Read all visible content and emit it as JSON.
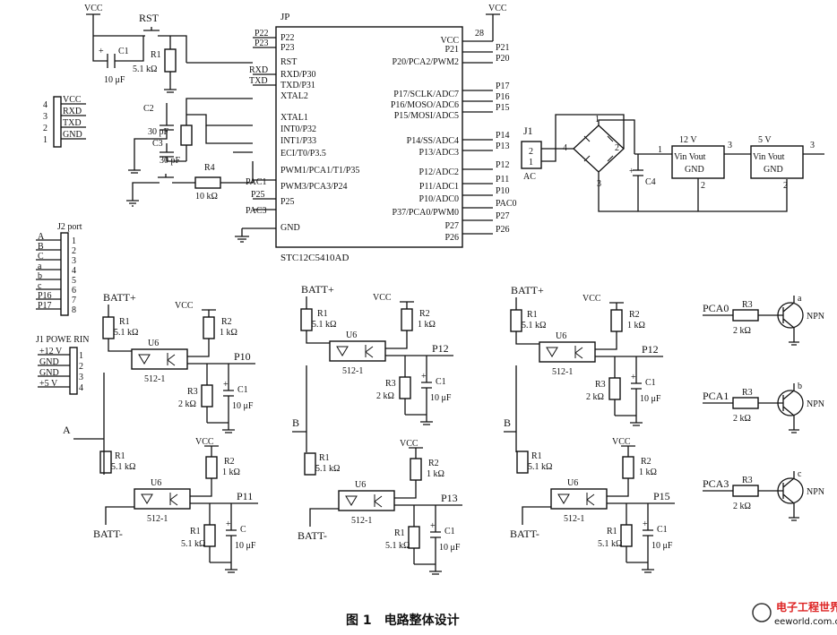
{
  "mcu": {
    "ref": "JP",
    "part": "STC12C5410AD",
    "pin28": "28",
    "left_pins": [
      "P22",
      "P23",
      "RST",
      "RXD/P30",
      "TXD/P31",
      "XTAL2",
      "XTAL1",
      "INT0/P32",
      "INT1/P33",
      "ECI/T0/P3.5",
      "PWM1/PCA1/T1/P35",
      "PWM3/PCA3/P24",
      "P25",
      "GND"
    ],
    "right_pins": [
      "VCC",
      "P21",
      "P20/PCA2/PWM2",
      "P17/SCLK/ADC7",
      "P16/MOSO/ADC6",
      "P15/MOSI/ADC5",
      "P14/SS/ADC4",
      "P13/ADC3",
      "P12/ADC2",
      "P11/ADC1",
      "P10/ADC0",
      "P37/PCA0/PWM0",
      "P27",
      "P26"
    ],
    "left_nets": [
      "P22",
      "P23",
      "RXD",
      "TXD",
      "PAC1",
      "P25",
      "PAC3"
    ],
    "right_nets": [
      "P21",
      "P20",
      "P17",
      "P16",
      "P15",
      "P14",
      "P13",
      "P12",
      "P11",
      "P10",
      "PAC0",
      "P27",
      "P26"
    ]
  },
  "reset": {
    "label": "RST",
    "cap_ref": "C1",
    "cap_val": "10 μF",
    "res_ref": "R1",
    "res_val": "5.1 kΩ"
  },
  "crystal": {
    "cap1_ref": "C2",
    "cap1_val": "30 pF",
    "cap2_ref": "C3",
    "cap2_val": "30 pF"
  },
  "key": {
    "res_ref": "R4",
    "res_val": "10 kΩ"
  },
  "vcc_label": "VCC",
  "serial_header": {
    "pins": [
      "4",
      "3",
      "2",
      "1"
    ],
    "nets": [
      "VCC",
      "RXD",
      "TXD",
      "GND"
    ]
  },
  "port_header": {
    "title": "J2 port",
    "nets": [
      "A",
      "B",
      "C",
      "a",
      "b",
      "c",
      "P16",
      "P17"
    ],
    "pins": [
      "1",
      "2",
      "3",
      "4",
      "5",
      "6",
      "7",
      "8"
    ]
  },
  "power_header": {
    "title": "J1 POWE RIN",
    "nets": [
      "+12 V",
      "GND",
      "GND",
      "+5 V"
    ],
    "pins": [
      "1",
      "2",
      "3",
      "4"
    ]
  },
  "power_supply": {
    "jack_ref": "J1",
    "jack_pins": [
      "2",
      "1"
    ],
    "jack_label": "AC",
    "bridge_pins": [
      "1",
      "2",
      "3",
      "4"
    ],
    "cap_ref": "C4",
    "reg1_title": "12 V",
    "reg2_title": "5 V",
    "reg_in": "Vin Vout",
    "reg_gnd": "GND",
    "reg_pins": [
      "1",
      "2",
      "3"
    ]
  },
  "opto_channels": [
    {
      "batt": "BATT+",
      "r1": "R1",
      "r1_val": "5.1 kΩ",
      "r2": "R2",
      "r2_val": "1 kΩ",
      "u": "U6",
      "opto": "512-1",
      "net": "P10",
      "r3": "R3",
      "r3_val": "2 kΩ",
      "c": "C1",
      "c_val": "10 μF",
      "input": "A"
    },
    {
      "batt": "BATT-",
      "r1": "R1",
      "r1_val": "5.1 kΩ",
      "r2": "R2",
      "r2_val": "1 kΩ",
      "u": "U6",
      "opto": "512-1",
      "net": "P11",
      "r3": "R1",
      "r3_val": "5.1 kΩ",
      "c": "C",
      "c_val": "10 μF"
    },
    {
      "batt": "BATT+",
      "r1": "R1",
      "r1_val": "5.1 kΩ",
      "r2": "R2",
      "r2_val": "1 kΩ",
      "u": "U6",
      "opto": "512-1",
      "net": "P12",
      "r3": "R3",
      "r3_val": "2 kΩ",
      "c": "C1",
      "c_val": "10 μF",
      "input": "B"
    },
    {
      "batt": "BATT-",
      "r1": "R1",
      "r1_val": "5.1 kΩ",
      "r2": "R2",
      "r2_val": "1 kΩ",
      "u": "U6",
      "opto": "512-1",
      "net": "P13",
      "r3": "R1",
      "r3_val": "5.1 kΩ",
      "c": "C1",
      "c_val": "10 μF"
    },
    {
      "batt": "BATT+",
      "r1": "R1",
      "r1_val": "5.1 kΩ",
      "r2": "R2",
      "r2_val": "1 kΩ",
      "u": "U6",
      "opto": "512-1",
      "net": "P12",
      "r3": "R3",
      "r3_val": "2 kΩ",
      "c": "C1",
      "c_val": "10 μF",
      "input": "B"
    },
    {
      "batt": "BATT-",
      "r1": "R1",
      "r1_val": "5.1 kΩ",
      "r2": "R2",
      "r2_val": "1 kΩ",
      "u": "U6",
      "opto": "512-1",
      "net": "P15",
      "r3": "R1",
      "r3_val": "5.1 kΩ",
      "c": "C1",
      "c_val": "10 μF"
    }
  ],
  "drivers": [
    {
      "net": "PCA0",
      "res": "R3",
      "res_val": "2 kΩ",
      "type": "NPN",
      "out": "a"
    },
    {
      "net": "PCA1",
      "res": "R3",
      "res_val": "2 kΩ",
      "type": "NPN",
      "out": "b"
    },
    {
      "net": "PCA3",
      "res": "R3",
      "res_val": "2 kΩ",
      "type": "NPN",
      "out": "c"
    }
  ],
  "caption": "图 1　电路整体设计",
  "watermark": {
    "brand": "电子工程世界",
    "url": "eeworld.com.cn"
  }
}
